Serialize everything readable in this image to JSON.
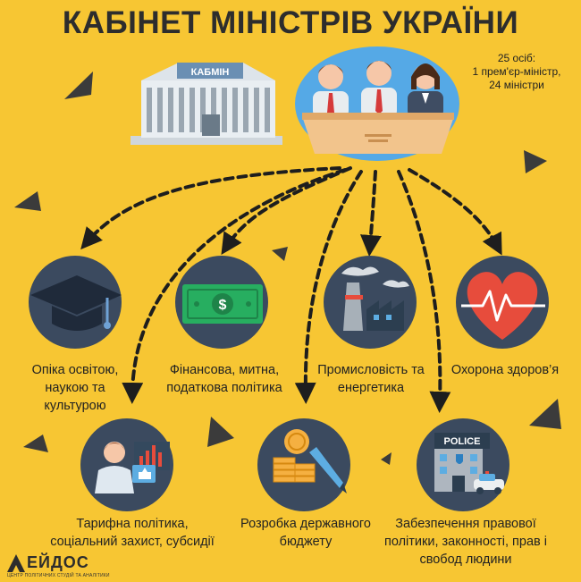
{
  "title": "КАБІНЕТ МІНІСТРІВ УКРАЇНИ",
  "building_sign": "КАБМІН",
  "composition": [
    "25 осіб:",
    "1 прем'єр-міністр,",
    "24 міністри"
  ],
  "functions": [
    {
      "icon": "graduation-cap-icon",
      "lines": [
        "Опіка освітою,",
        "наукою та",
        "культурою"
      ]
    },
    {
      "icon": "money-bill-icon",
      "lines": [
        "Фінансова, митна,",
        "податкова політика"
      ]
    },
    {
      "icon": "factory-icon",
      "lines": [
        "Промисловість та",
        "енергетика"
      ]
    },
    {
      "icon": "heart-pulse-icon",
      "lines": [
        "Охорона здоров’я"
      ]
    },
    {
      "icon": "social-worker-icon",
      "lines": [
        "Тарифна політика,",
        "соціальний захист, субсидії"
      ]
    },
    {
      "icon": "coins-pen-icon",
      "lines": [
        "Розробка державного",
        "бюджету"
      ]
    },
    {
      "icon": "police-station-icon",
      "lines": [
        "Забезпечення правової",
        "політики, законності, прав і",
        "свобод людини"
      ]
    }
  ],
  "police_sign": "POLICE",
  "logo": {
    "word": "ЕЙДОС",
    "subtitle": "ЦЕНТР ПОЛІТИЧНИХ СТУДІЙ ТА АНАЛІТИКИ"
  },
  "colors": {
    "background": "#f7c633",
    "dark": "#2d2d2d",
    "circle": "#3b4a5f",
    "accent": "#e74c3c"
  }
}
